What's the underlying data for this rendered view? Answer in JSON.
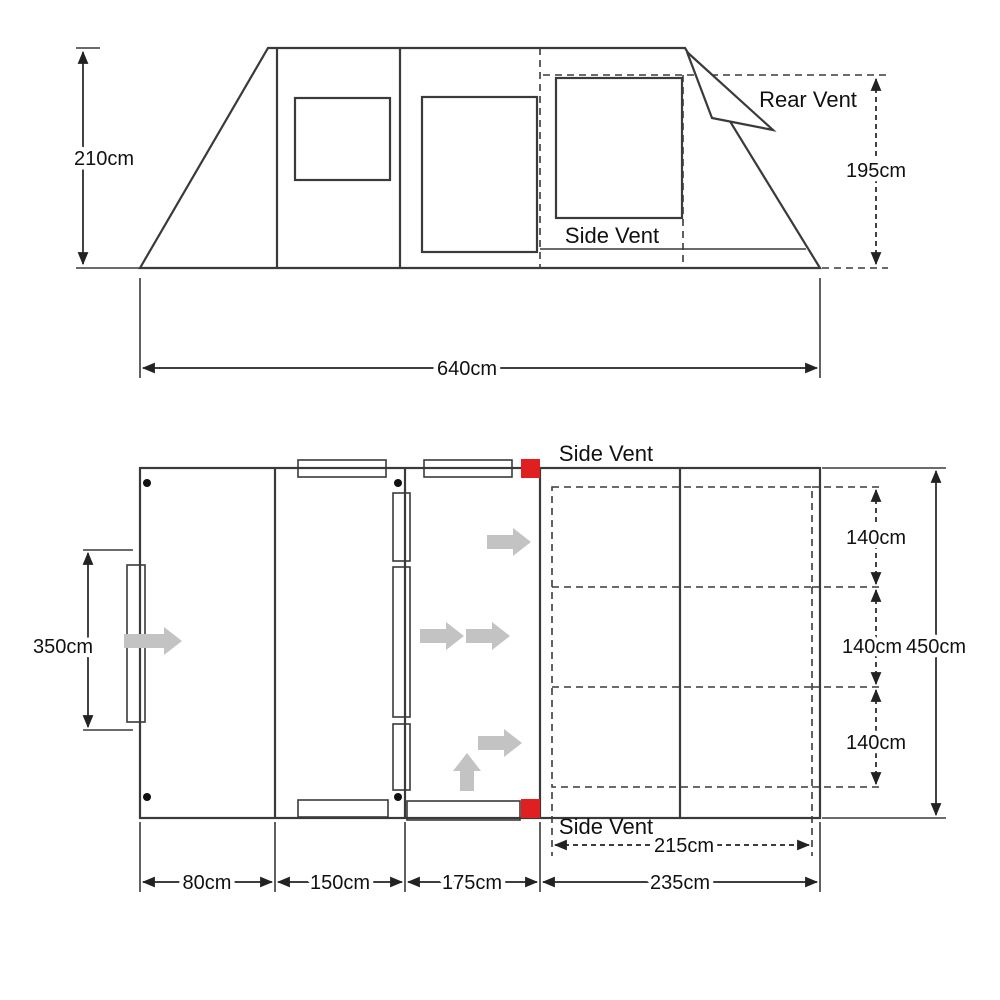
{
  "diagram": {
    "side_view": {
      "left_height": "210cm",
      "right_height": "195cm",
      "rear_vent_label": "Rear Vent",
      "side_vent_label": "Side Vent",
      "total_length": "640cm"
    },
    "floor_plan": {
      "side_vent_top_label": "Side Vent",
      "side_vent_bottom_label": "Side Vent",
      "front_width": "350cm",
      "bedroom_depth_1": "140cm",
      "bedroom_depth_2": "140cm",
      "bedroom_depth_3": "140cm",
      "total_depth": "450cm",
      "inner_bedroom_length": "215cm",
      "section_length_1": "80cm",
      "section_length_2": "150cm",
      "section_length_3": "175cm",
      "section_length_4": "235cm"
    },
    "colors": {
      "window_blue": "#bcd6ee",
      "marker_red": "#e02020",
      "door_gray": "#d8d8d8",
      "arrow_gray": "#c3c3c3",
      "line_dark": "#3a3a3a"
    }
  }
}
